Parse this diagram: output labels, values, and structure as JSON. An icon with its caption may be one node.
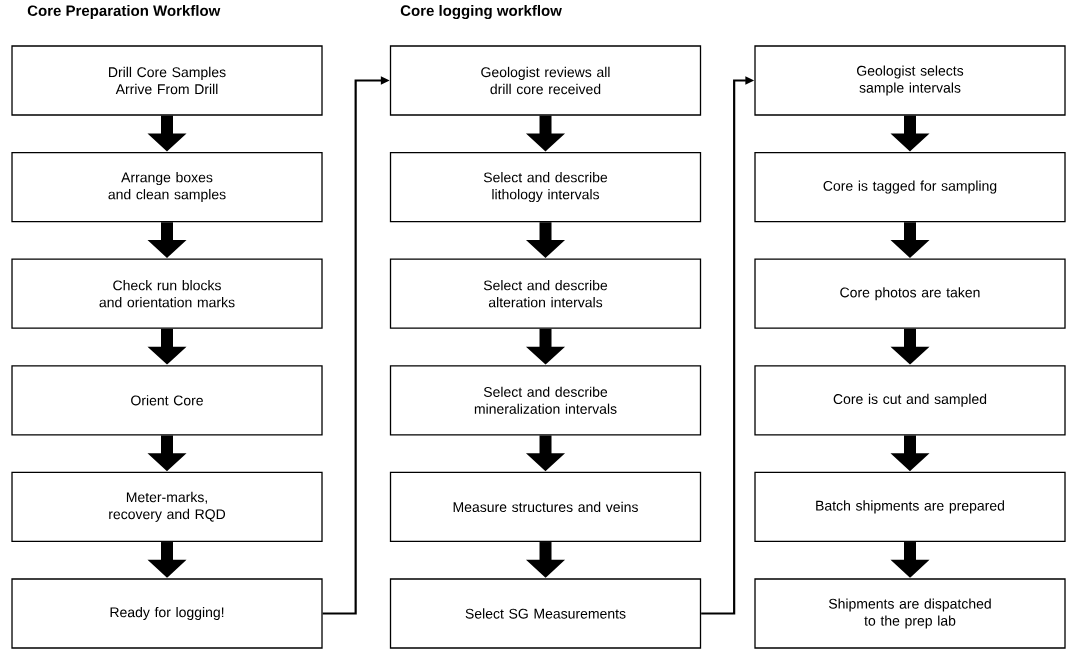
{
  "diagram": {
    "nodes": [
      {
        "text": [
          "Drill Core Samples Arrive From Drill"
        ]
      },
      {
        "text": [
          "Arrange boxes and clean samples"
        ]
      },
      {
        "text": [
          "Check run blocks and orientation marks"
        ]
      },
      {
        "text": [
          "Orient Core"
        ]
      },
      {
        "text": [
          "Meter-marks, recovery and RQD"
        ]
      },
      {
        "text": [
          "Ready for logging!"
        ]
      },
      {
        "text": [
          "Geologist reviews all drill core received"
        ]
      },
      {
        "text": [
          "Select and describe lithology intervals"
        ]
      },
      {
        "text": [
          "Select and describe alteration intervals"
        ]
      },
      {
        "text": [
          "Select and describe mineralization intervals"
        ]
      },
      {
        "text": [
          "Measure structures and veins"
        ]
      },
      {
        "text": [
          "Select SG Measurements"
        ]
      },
      {
        "text": [
          "Geologist selects sample intervals"
        ]
      },
      {
        "text": [
          "Core is tagged for sampling"
        ]
      },
      {
        "text": [
          "Core photos are taken"
        ]
      },
      {
        "text": [
          "Core is cut and sampled"
        ]
      },
      {
        "text": [
          "Batch shipments are prepared"
        ]
      },
      {
        "text": [
          "Shipments are dispatched to the prep lab"
        ]
      }
    ],
    "edges": [
      {
        "from": 0,
        "to": 1,
        "arrow": "to"
      },
      {
        "from": 1,
        "to": 2,
        "arrow": "to"
      },
      {
        "from": 2,
        "to": 3,
        "arrow": "to"
      },
      {
        "from": 3,
        "to": 4,
        "arrow": "to"
      },
      {
        "from": 4,
        "to": 5,
        "arrow": "to"
      },
      {
        "from": 5,
        "to": 6,
        "arrow": "to"
      },
      {
        "from": 6,
        "to": 7,
        "arrow": "to"
      },
      {
        "from": 7,
        "to": 8,
        "arrow": "to"
      },
      {
        "from": 8,
        "to": 9,
        "arrow": "to"
      },
      {
        "from": 9,
        "to": 10,
        "arrow": "to"
      },
      {
        "from": 10,
        "to": 11,
        "arrow": "to"
      },
      {
        "from": 11,
        "to": 12,
        "arrow": "to"
      },
      {
        "from": 12,
        "to": 13,
        "arrow": "to"
      },
      {
        "from": 13,
        "to": 14,
        "arrow": "to"
      },
      {
        "from": 14,
        "to": 15,
        "arrow": "to"
      },
      {
        "from": 15,
        "to": 16,
        "arrow": "to"
      },
      {
        "from": 16,
        "to": 17,
        "arrow": "to"
      }
    ],
    "labels": [
      "Core Preparation Workflow",
      "Core logging workflow"
    ]
  }
}
